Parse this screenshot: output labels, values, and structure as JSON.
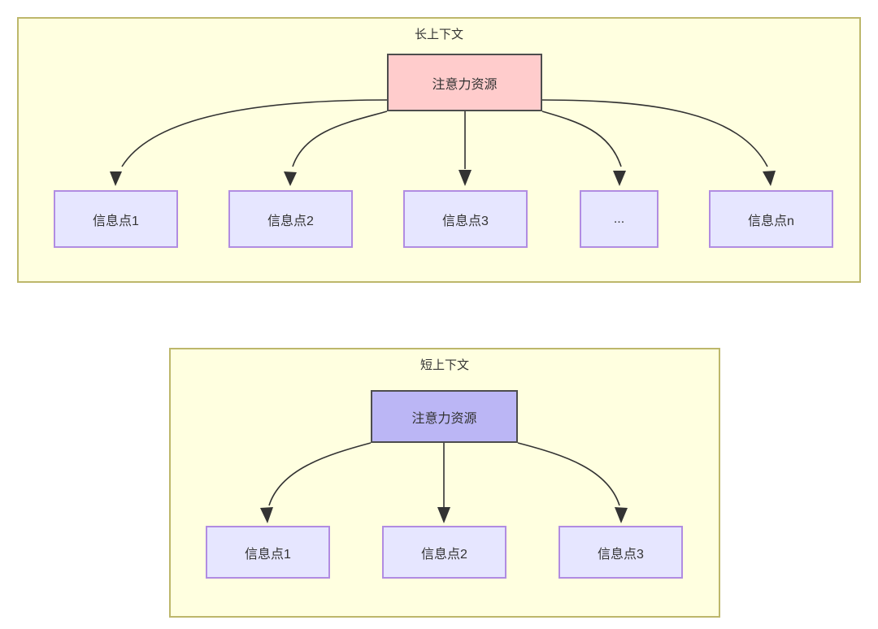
{
  "diagram": {
    "type": "flowchart",
    "background_color": "#FFFFFF",
    "groups": [
      {
        "id": "long-context",
        "title": "长上下文",
        "fill": "#FFFFE0",
        "stroke": "#BDB76B",
        "root": {
          "label": "注意力资源",
          "fill": "#FFCCCC",
          "stroke": "#4D4D4D"
        },
        "children": [
          {
            "label": "信息点1",
            "fill": "#E6E6FF",
            "stroke": "#B18CE2"
          },
          {
            "label": "信息点2",
            "fill": "#E6E6FF",
            "stroke": "#B18CE2"
          },
          {
            "label": "信息点3",
            "fill": "#E6E6FF",
            "stroke": "#B18CE2"
          },
          {
            "label": "...",
            "fill": "#E6E6FF",
            "stroke": "#B18CE2"
          },
          {
            "label": "信息点n",
            "fill": "#E6E6FF",
            "stroke": "#B18CE2"
          }
        ]
      },
      {
        "id": "short-context",
        "title": "短上下文",
        "fill": "#FFFFE0",
        "stroke": "#BDB76B",
        "root": {
          "label": "注意力资源",
          "fill": "#BBB6F5",
          "stroke": "#4D4D4D"
        },
        "children": [
          {
            "label": "信息点1",
            "fill": "#E6E6FF",
            "stroke": "#B18CE2"
          },
          {
            "label": "信息点2",
            "fill": "#E6E6FF",
            "stroke": "#B18CE2"
          },
          {
            "label": "信息点3",
            "fill": "#E6E6FF",
            "stroke": "#B18CE2"
          }
        ]
      }
    ],
    "edge_color": "#333333"
  }
}
